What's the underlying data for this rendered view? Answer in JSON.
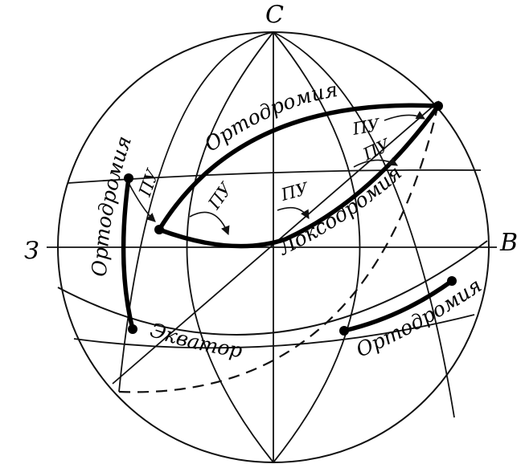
{
  "diagram": {
    "labels": {
      "north": "С",
      "west": "З",
      "east": "В",
      "ortho_top": "Ортодромия",
      "ortho_left": "Ортодромия",
      "ortho_equator": "Ортодромия",
      "loxodrome": "Локсодромия",
      "equator": "Экватор",
      "course_1": "ПУ",
      "course_2": "ПУ",
      "course_3": "ПУ",
      "course_4": "ПУ",
      "course_5": "ПУ"
    }
  }
}
